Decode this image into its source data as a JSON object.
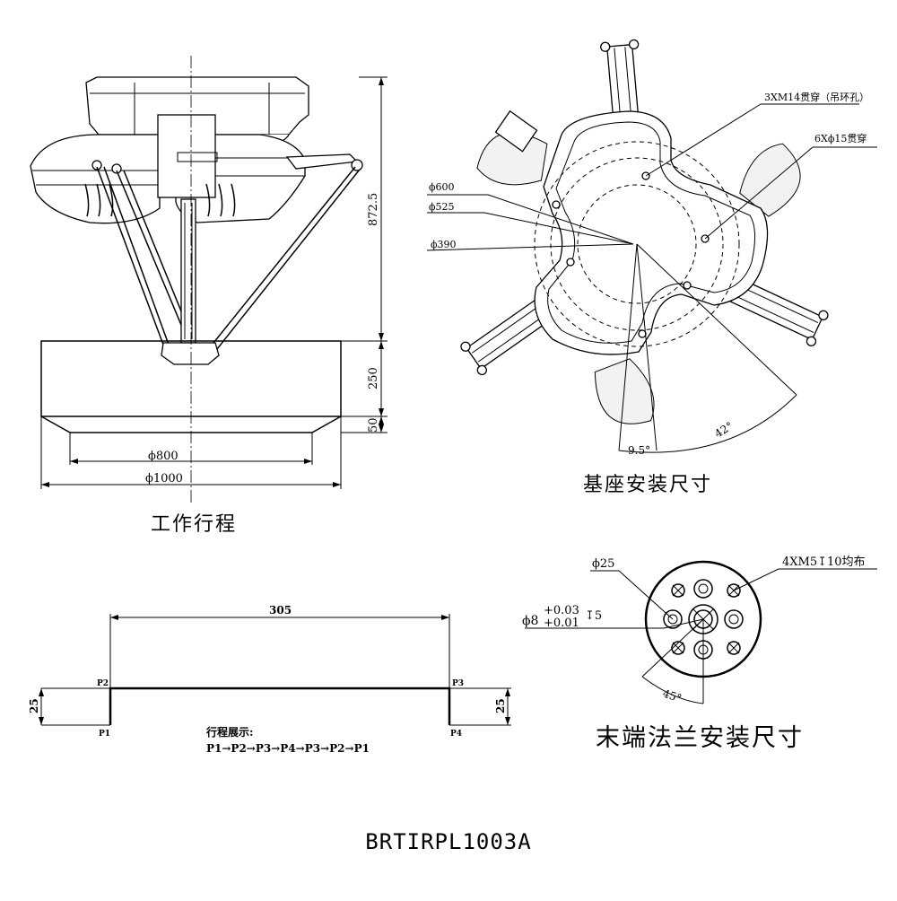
{
  "workspace_view": {
    "caption": "工作行程",
    "dim_diameter_800": "ϕ800",
    "dim_diameter_1000": "ϕ1000",
    "dim_height_872": "872.5",
    "dim_height_250": "250",
    "dim_height_50": "50"
  },
  "base_view": {
    "caption": "基座安装尺寸",
    "note_hoist_holes": "3XM14贯穿（吊环孔）",
    "note_through_holes": "6Xϕ15贯穿",
    "dim_diameter_600": "ϕ600",
    "dim_diameter_525": "ϕ525",
    "dim_diameter_390": "ϕ390",
    "angle_9_5": "9.5°",
    "angle_42": "42°"
  },
  "flange_view": {
    "caption": "末端法兰安装尺寸",
    "dim_diameter_25": "ϕ25",
    "note_threads": "4XM5↧10均布",
    "dim_pin_prefix": "ϕ8",
    "dim_pin_upper_tol": "+0.03",
    "dim_pin_lower_tol": "+0.01",
    "dim_pin_depth": "↧5",
    "angle_45": "45°"
  },
  "motion_profile": {
    "dim_horizontal": "305",
    "dim_left_vertical": "25",
    "dim_right_vertical": "25",
    "points": [
      "P1",
      "P2",
      "P3",
      "P4"
    ],
    "legend_title": "行程展示:",
    "legend_sequence": "P1→P2→P3→P4→P3→P2→P1"
  },
  "model_code": "BRTIRPL1003A"
}
